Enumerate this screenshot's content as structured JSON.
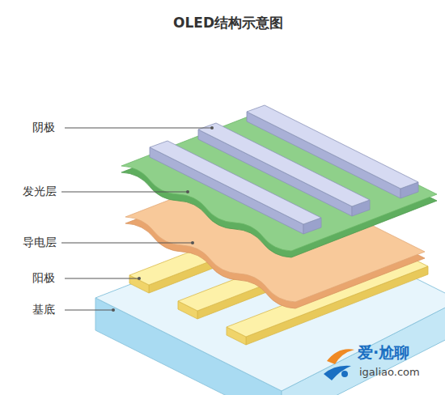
{
  "diagram": {
    "title": "OLED结构示意图",
    "labels": [
      "阴极",
      "发光层",
      "导电层",
      "阳极",
      "基底",
      "爱·尬聊",
      "igaliao.com"
    ]
  }
}
